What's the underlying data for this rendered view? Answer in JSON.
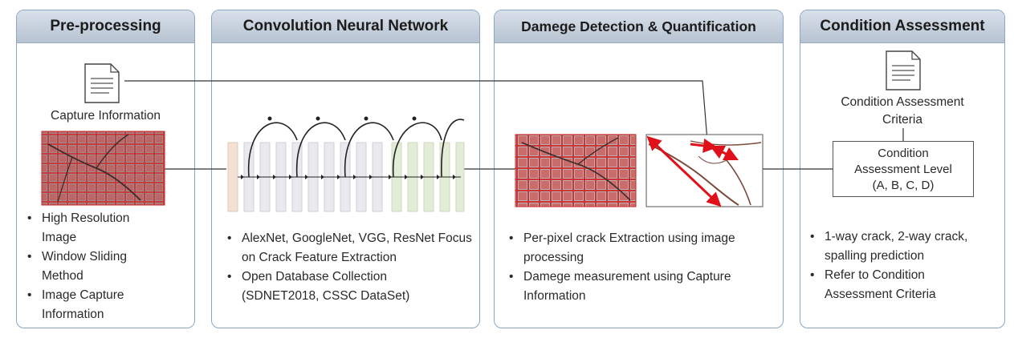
{
  "panels": {
    "preprocessing": {
      "title": "Pre-processing",
      "doc_caption": "Capture Information",
      "bullets": [
        "High Resolution Image",
        "Window Sliding Method",
        "Image Capture Information"
      ]
    },
    "cnn": {
      "title": "Convolution Neural Network",
      "bullets": [
        "AlexNet, GoogleNet, VGG, ResNet Focus on Crack Feature Extraction",
        "Open Database Collection (SDNET2018, CSSC DataSet)"
      ]
    },
    "damage": {
      "title": "Damege Detection & Quantification",
      "bullets": [
        "Per-pixel crack Extraction using image processing",
        "Damege measurement using Capture Information"
      ]
    },
    "condition": {
      "title": "Condition Assessment",
      "doc_caption_line1": "Condition Assessment",
      "doc_caption_line2": "Criteria",
      "level_line1": "Condition",
      "level_line2": "Assessment Level",
      "level_line3": "(A, B, C, D)",
      "bullets": [
        "1-way crack, 2-way crack, spalling prediction",
        "Refer to Condition Assessment Criteria"
      ]
    }
  },
  "colors": {
    "header_bg": "#c4cfdc",
    "panel_border": "#8aa6c4",
    "grid_red": "#d93030",
    "arrow_red": "#e0101a",
    "layer_pink": "#f4e1d4",
    "layer_gray": "#e9e9ee",
    "layer_green": "#e3ecd7"
  },
  "icons": [
    "document-icon"
  ]
}
